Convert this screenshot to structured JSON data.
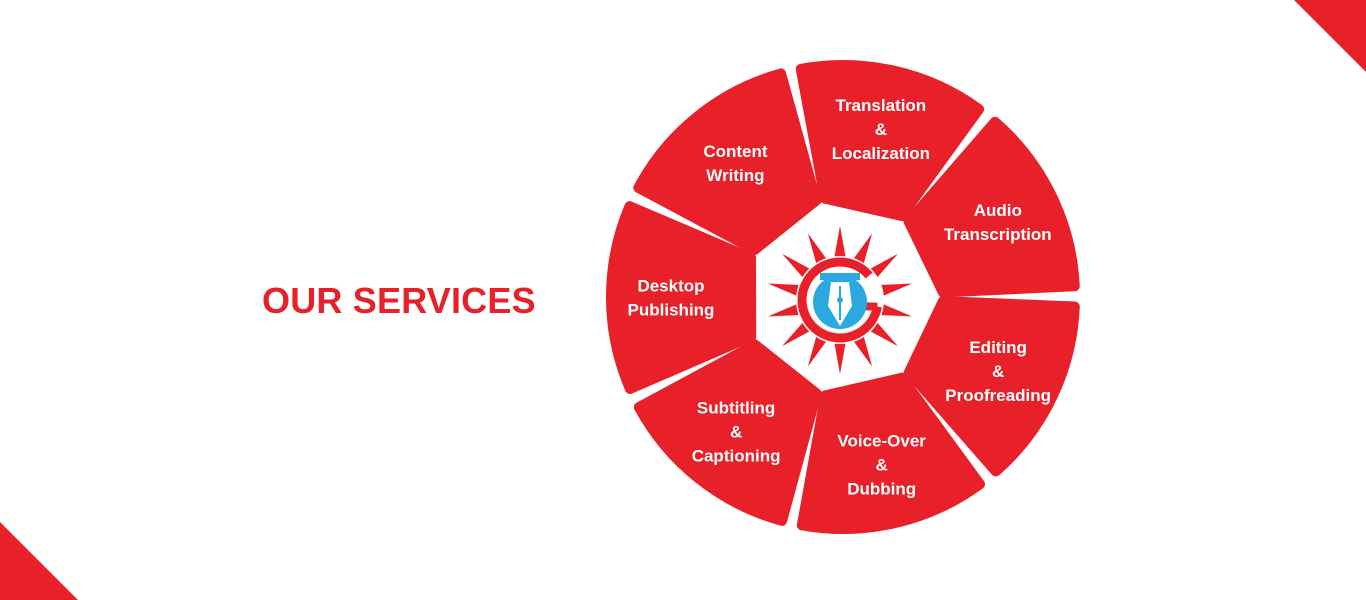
{
  "page": {
    "title": "OUR SERVICES",
    "accent_color": "#e8202a",
    "logo_blue": "#29a9df"
  },
  "logo": {
    "icon": "sun-g-pen-nib-logo",
    "letters": "GT"
  },
  "services": [
    {
      "id": "translation",
      "lines": [
        "Translation",
        "&",
        "Localization"
      ]
    },
    {
      "id": "audio-transcription",
      "lines": [
        "Audio",
        "Transcription"
      ]
    },
    {
      "id": "editing-proofreading",
      "lines": [
        "Editing",
        "&",
        "Proofreading"
      ]
    },
    {
      "id": "voice-over-dubbing",
      "lines": [
        "Voice-Over",
        "&",
        "Dubbing"
      ]
    },
    {
      "id": "subtitling-captioning",
      "lines": [
        "Subtitling",
        "&",
        "Captioning"
      ]
    },
    {
      "id": "desktop-publishing",
      "lines": [
        "Desktop",
        "Publishing"
      ]
    },
    {
      "id": "content-writing",
      "lines": [
        "Content",
        "Writing"
      ]
    }
  ]
}
